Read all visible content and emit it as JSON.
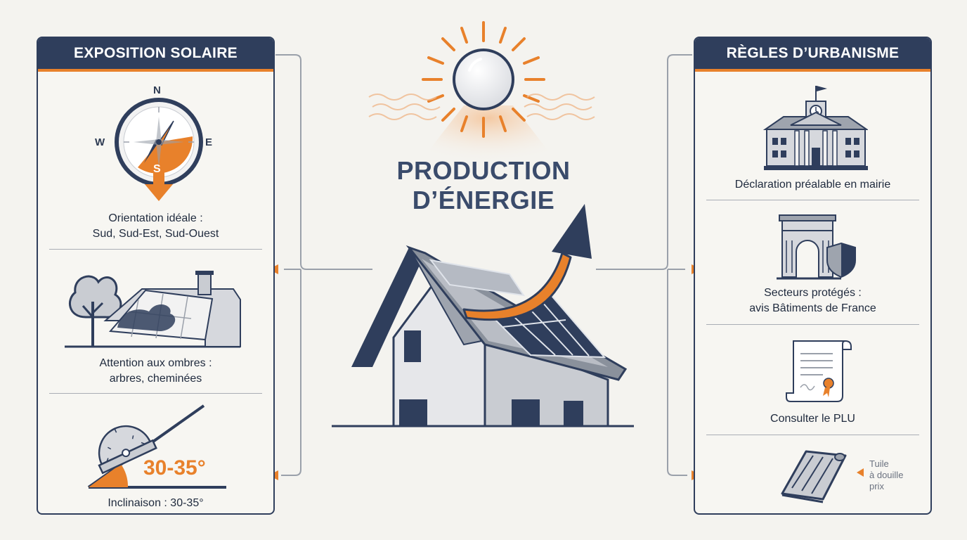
{
  "title": {
    "line1": "PRODUCTION",
    "line2": "D’ÉNERGIE"
  },
  "left_panel": {
    "header": "EXPOSITION SOLAIRE",
    "compass": {
      "n": "N",
      "s": "S",
      "e": "E",
      "w": "W"
    },
    "orientation": {
      "line1": "Orientation idéale :",
      "line2": "Sud, Sud-Est, Sud-Ouest"
    },
    "shade": {
      "line1": "Attention aux ombres :",
      "line2": "arbres, cheminées"
    },
    "angle_label": "30-35°",
    "inclination": "Inclinaison : 30-35°"
  },
  "right_panel": {
    "header": "RÈGLES D’URBANISME",
    "declaration": "Déclaration préalable en mairie",
    "protected": {
      "line1": "Secteurs protégés :",
      "line2": "avis Bâtiments de France"
    },
    "plu": "Consulter le PLU",
    "tile_note": {
      "line1": "Tuile",
      "line2": "à douille",
      "line3": "prix"
    }
  },
  "colors": {
    "navy": "#2f3e5c",
    "orange": "#e8812b",
    "gray": "#c9ccd2",
    "background": "#f4f3ef"
  }
}
